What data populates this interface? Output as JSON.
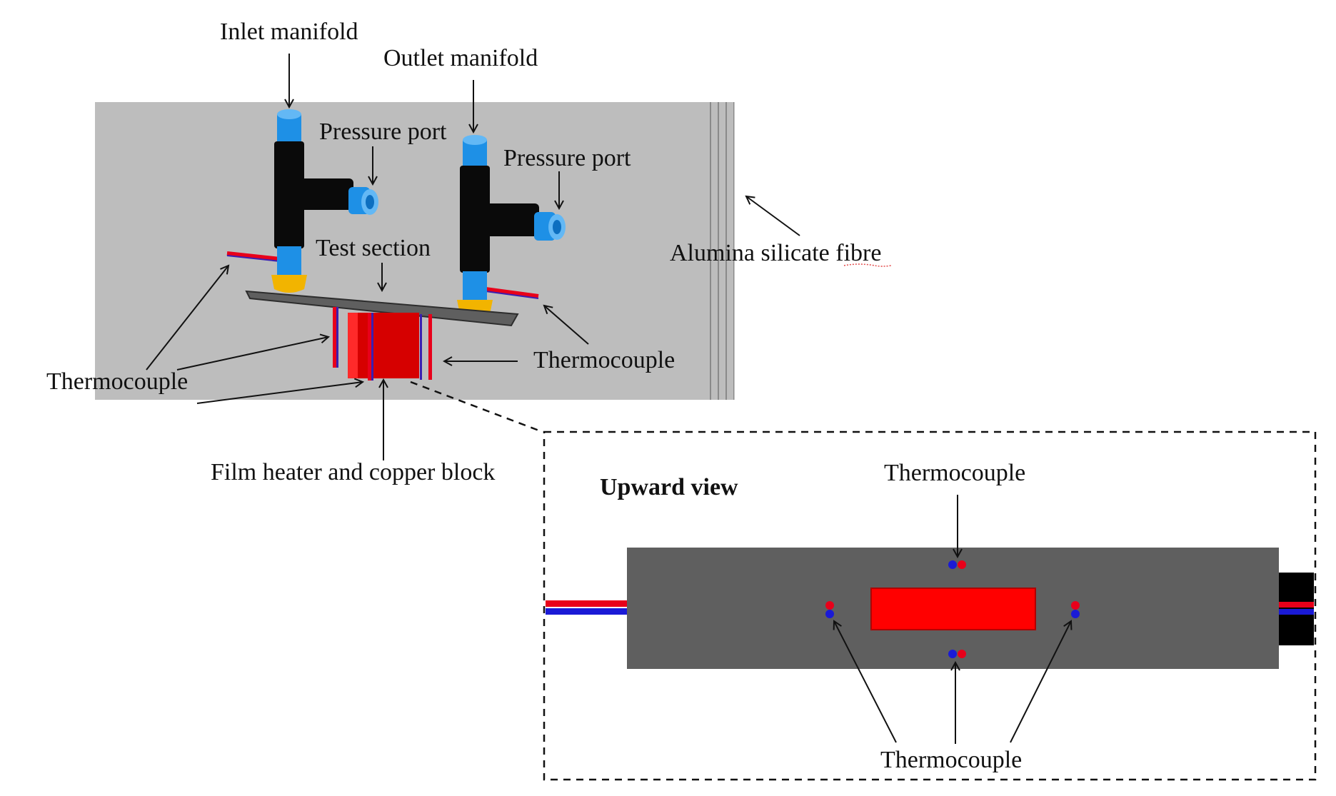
{
  "labels": {
    "inlet_manifold": "Inlet manifold",
    "outlet_manifold": "Outlet manifold",
    "pressure_port_left": "Pressure port",
    "pressure_port_right": "Pressure port",
    "test_section": "Test section",
    "alumina_fibre": "Alumina silicate fibre",
    "thermocouple_left": "Thermocouple",
    "thermocouple_right": "Thermocouple",
    "film_heater": "Film heater and copper block",
    "upward_view": "Upward view",
    "thermocouple_top": "Thermocouple",
    "thermocouple_bottom": "Thermocouple"
  },
  "colors": {
    "insulation": "#bdbdbd",
    "pipe_blue": "#1e90e6",
    "pipe_black": "#0a0a0a",
    "flange_yellow": "#f2b400",
    "plate": "#5f5f5f",
    "heater_red": "#d60000",
    "wire_red": "#e8001a",
    "wire_blue": "#1a1ad6",
    "arrow": "#111111"
  },
  "icons": [
    "arrow",
    "dashed-callout-box"
  ]
}
